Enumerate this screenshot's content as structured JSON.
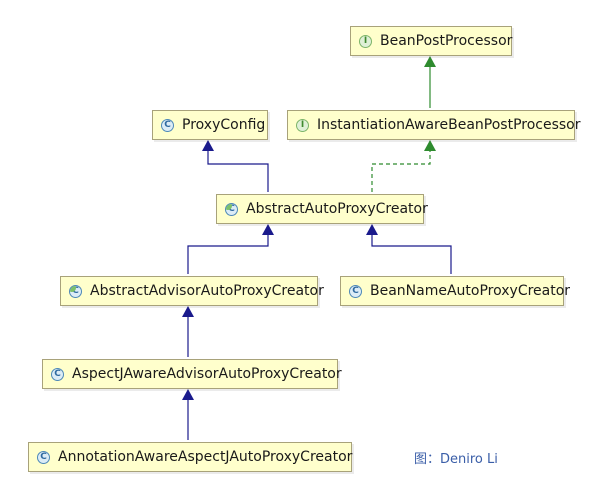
{
  "diagram": {
    "nodes": {
      "bean_post_processor": {
        "label": "BeanPostProcessor",
        "kind": "interface",
        "badge": "I"
      },
      "proxy_config": {
        "label": "ProxyConfig",
        "kind": "class",
        "badge": "C"
      },
      "instantiation_aware_bpp": {
        "label": "InstantiationAwareBeanPostProcessor",
        "kind": "interface",
        "badge": "I"
      },
      "abstract_auto_proxy_creator": {
        "label": "AbstractAutoProxyCreator",
        "kind": "abstract-class",
        "badge": "C"
      },
      "abstract_advisor_auto_proxy_creator": {
        "label": "AbstractAdvisorAutoProxyCreator",
        "kind": "abstract-class",
        "badge": "C"
      },
      "bean_name_auto_proxy_creator": {
        "label": "BeanNameAutoProxyCreator",
        "kind": "class",
        "badge": "C"
      },
      "aspectj_aware_advisor_auto_proxy_creator": {
        "label": "AspectJAwareAdvisorAutoProxyCreator",
        "kind": "class",
        "badge": "C"
      },
      "annotation_aware_aspectj_auto_proxy_creator": {
        "label": "AnnotationAwareAspectJAutoProxyCreator",
        "kind": "class",
        "badge": "C"
      }
    },
    "edges": [
      {
        "from": "instantiation_aware_bpp",
        "to": "bean_post_processor",
        "type": "extends-interface"
      },
      {
        "from": "abstract_auto_proxy_creator",
        "to": "proxy_config",
        "type": "extends"
      },
      {
        "from": "abstract_auto_proxy_creator",
        "to": "instantiation_aware_bpp",
        "type": "implements"
      },
      {
        "from": "abstract_advisor_auto_proxy_creator",
        "to": "abstract_auto_proxy_creator",
        "type": "extends"
      },
      {
        "from": "bean_name_auto_proxy_creator",
        "to": "abstract_auto_proxy_creator",
        "type": "extends"
      },
      {
        "from": "aspectj_aware_advisor_auto_proxy_creator",
        "to": "abstract_advisor_auto_proxy_creator",
        "type": "extends"
      },
      {
        "from": "annotation_aware_aspectj_auto_proxy_creator",
        "to": "aspectj_aware_advisor_auto_proxy_creator",
        "type": "extends"
      }
    ],
    "colors": {
      "node_fill": "#ffffcc",
      "node_border": "#a8a27a",
      "extends_line": "#1a1a8c",
      "implements_line": "#2e8b2e",
      "caption_text": "#3a5ea8"
    },
    "caption": "图：Deniro Li"
  }
}
